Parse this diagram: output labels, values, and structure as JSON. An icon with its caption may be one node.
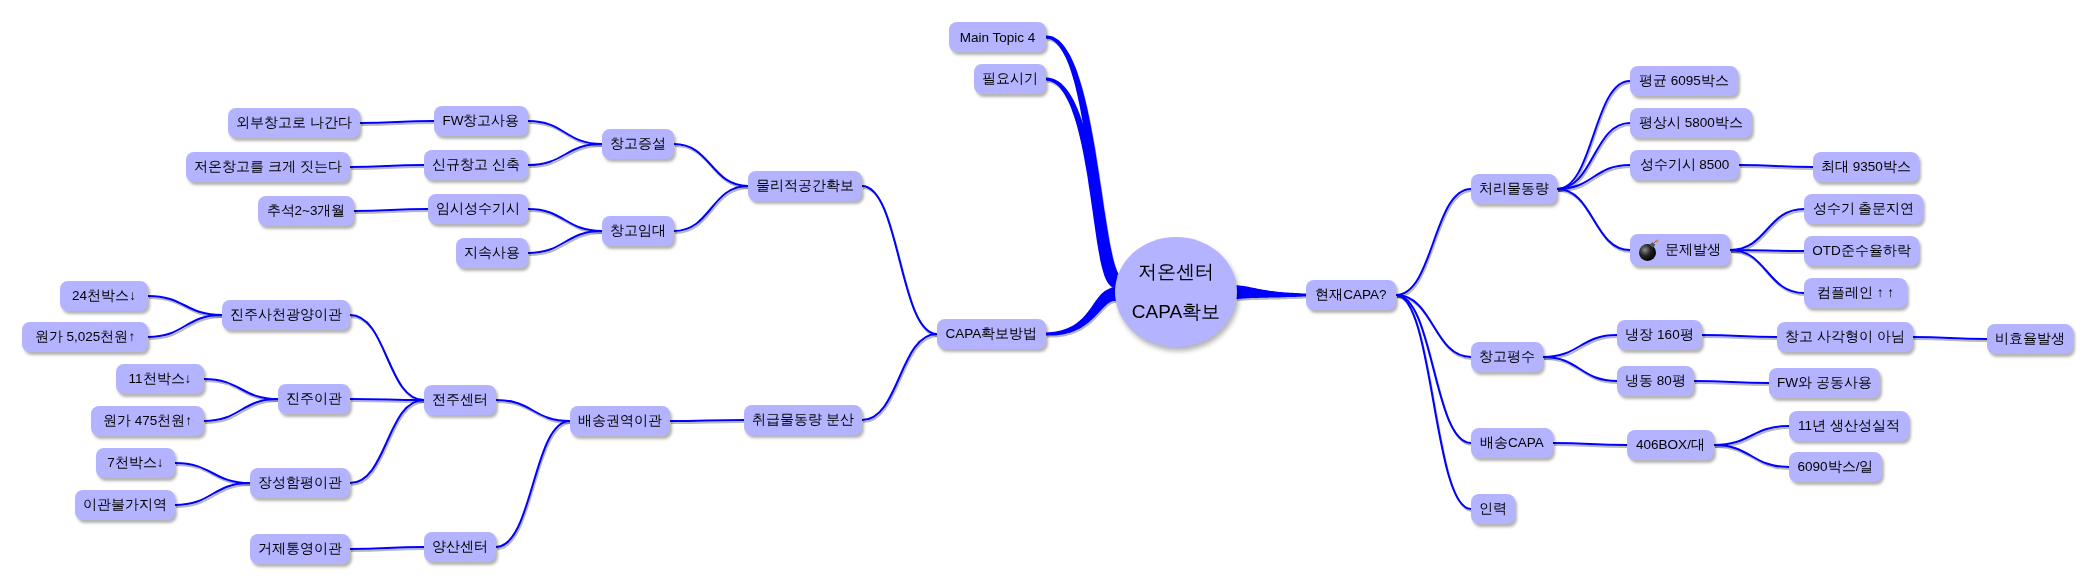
{
  "diagram": {
    "nodes": [
      {
        "text": [
          "저온센터 CAPA확보"
        ]
      },
      {
        "text": [
          "현재CAPA?"
        ]
      },
      {
        "text": [
          "처리물동량"
        ]
      },
      {
        "text": [
          "평균 6095박스"
        ]
      },
      {
        "text": [
          "평상시 5800박스"
        ]
      },
      {
        "text": [
          "성수기시 8500"
        ]
      },
      {
        "text": [
          "최대 9350박스"
        ]
      },
      {
        "text": [
          "문제발생"
        ]
      },
      {
        "text": [
          "성수기 출문지연"
        ]
      },
      {
        "text": [
          "OTD준수율하락"
        ]
      },
      {
        "text": [
          "컴플레인 ↑ ↑"
        ]
      },
      {
        "text": [
          "창고평수"
        ]
      },
      {
        "text": [
          "냉장 160평"
        ]
      },
      {
        "text": [
          "창고 사각형이 아님"
        ]
      },
      {
        "text": [
          "비효율발생"
        ]
      },
      {
        "text": [
          "냉동 80평"
        ]
      },
      {
        "text": [
          "FW와 공동사용"
        ]
      },
      {
        "text": [
          "배송CAPA"
        ]
      },
      {
        "text": [
          "406BOX/대"
        ]
      },
      {
        "text": [
          "11년 생산성실적"
        ]
      },
      {
        "text": [
          "6090박스/일"
        ]
      },
      {
        "text": [
          "인력"
        ]
      },
      {
        "text": [
          "CAPA확보방법"
        ]
      },
      {
        "text": [
          "물리적공간확보"
        ]
      },
      {
        "text": [
          "창고증설"
        ]
      },
      {
        "text": [
          "FW창고사용"
        ]
      },
      {
        "text": [
          "외부창고로 나간다"
        ]
      },
      {
        "text": [
          "신규창고 신축"
        ]
      },
      {
        "text": [
          "저온창고를 크게 짓는다"
        ]
      },
      {
        "text": [
          "창고임대"
        ]
      },
      {
        "text": [
          "임시성수기시"
        ]
      },
      {
        "text": [
          "추석2~3개월"
        ]
      },
      {
        "text": [
          "지속사용"
        ]
      },
      {
        "text": [
          "취급물동량 분산"
        ]
      },
      {
        "text": [
          "배송권역이관"
        ]
      },
      {
        "text": [
          "전주센터"
        ]
      },
      {
        "text": [
          "진주사천광양이관"
        ]
      },
      {
        "text": [
          "24천박스↓"
        ]
      },
      {
        "text": [
          "원가 5,025천원↑"
        ]
      },
      {
        "text": [
          "진주이관"
        ]
      },
      {
        "text": [
          "11천박스↓"
        ]
      },
      {
        "text": [
          "원가 475천원↑"
        ]
      },
      {
        "text": [
          "장성함평이관"
        ]
      },
      {
        "text": [
          "7천박스↓"
        ]
      },
      {
        "text": [
          "이관불가지역"
        ]
      },
      {
        "text": [
          "양산센터"
        ]
      },
      {
        "text": [
          "거제통영이관"
        ]
      },
      {
        "text": [
          "필요시기"
        ]
      },
      {
        "text": [
          "Main Topic 4"
        ]
      }
    ],
    "edges": [
      {
        "from": 0,
        "to": 1,
        "arrow": "none",
        "style": "thick"
      },
      {
        "from": 1,
        "to": 2,
        "arrow": "none"
      },
      {
        "from": 2,
        "to": 3,
        "arrow": "none"
      },
      {
        "from": 2,
        "to": 4,
        "arrow": "none"
      },
      {
        "from": 2,
        "to": 5,
        "arrow": "none"
      },
      {
        "from": 5,
        "to": 6,
        "arrow": "none"
      },
      {
        "from": 2,
        "to": 7,
        "arrow": "none"
      },
      {
        "from": 7,
        "to": 8,
        "arrow": "none"
      },
      {
        "from": 7,
        "to": 9,
        "arrow": "none"
      },
      {
        "from": 7,
        "to": 10,
        "arrow": "none"
      },
      {
        "from": 1,
        "to": 11,
        "arrow": "none"
      },
      {
        "from": 11,
        "to": 12,
        "arrow": "none"
      },
      {
        "from": 12,
        "to": 13,
        "arrow": "none"
      },
      {
        "from": 13,
        "to": 14,
        "arrow": "none"
      },
      {
        "from": 11,
        "to": 15,
        "arrow": "none"
      },
      {
        "from": 15,
        "to": 16,
        "arrow": "none"
      },
      {
        "from": 1,
        "to": 17,
        "arrow": "none"
      },
      {
        "from": 17,
        "to": 18,
        "arrow": "none"
      },
      {
        "from": 18,
        "to": 19,
        "arrow": "none"
      },
      {
        "from": 18,
        "to": 20,
        "arrow": "none"
      },
      {
        "from": 1,
        "to": 21,
        "arrow": "none"
      },
      {
        "from": 0,
        "to": 22,
        "arrow": "none",
        "style": "thick"
      },
      {
        "from": 22,
        "to": 23,
        "arrow": "none"
      },
      {
        "from": 23,
        "to": 24,
        "arrow": "none"
      },
      {
        "from": 24,
        "to": 25,
        "arrow": "none"
      },
      {
        "from": 25,
        "to": 26,
        "arrow": "none"
      },
      {
        "from": 24,
        "to": 27,
        "arrow": "none"
      },
      {
        "from": 27,
        "to": 28,
        "arrow": "none"
      },
      {
        "from": 23,
        "to": 29,
        "arrow": "none"
      },
      {
        "from": 29,
        "to": 30,
        "arrow": "none"
      },
      {
        "from": 30,
        "to": 31,
        "arrow": "none"
      },
      {
        "from": 29,
        "to": 32,
        "arrow": "none"
      },
      {
        "from": 22,
        "to": 33,
        "arrow": "none"
      },
      {
        "from": 33,
        "to": 34,
        "arrow": "none"
      },
      {
        "from": 34,
        "to": 35,
        "arrow": "none"
      },
      {
        "from": 35,
        "to": 36,
        "arrow": "none"
      },
      {
        "from": 36,
        "to": 37,
        "arrow": "none"
      },
      {
        "from": 36,
        "to": 38,
        "arrow": "none"
      },
      {
        "from": 35,
        "to": 39,
        "arrow": "none"
      },
      {
        "from": 39,
        "to": 40,
        "arrow": "none"
      },
      {
        "from": 39,
        "to": 41,
        "arrow": "none"
      },
      {
        "from": 35,
        "to": 42,
        "arrow": "none"
      },
      {
        "from": 42,
        "to": 43,
        "arrow": "none"
      },
      {
        "from": 42,
        "to": 44,
        "arrow": "none"
      },
      {
        "from": 34,
        "to": 45,
        "arrow": "none"
      },
      {
        "from": 45,
        "to": 46,
        "arrow": "none"
      },
      {
        "from": 0,
        "to": 47,
        "arrow": "none",
        "style": "thick"
      },
      {
        "from": 0,
        "to": 48,
        "arrow": "none",
        "style": "thick"
      }
    ]
  }
}
